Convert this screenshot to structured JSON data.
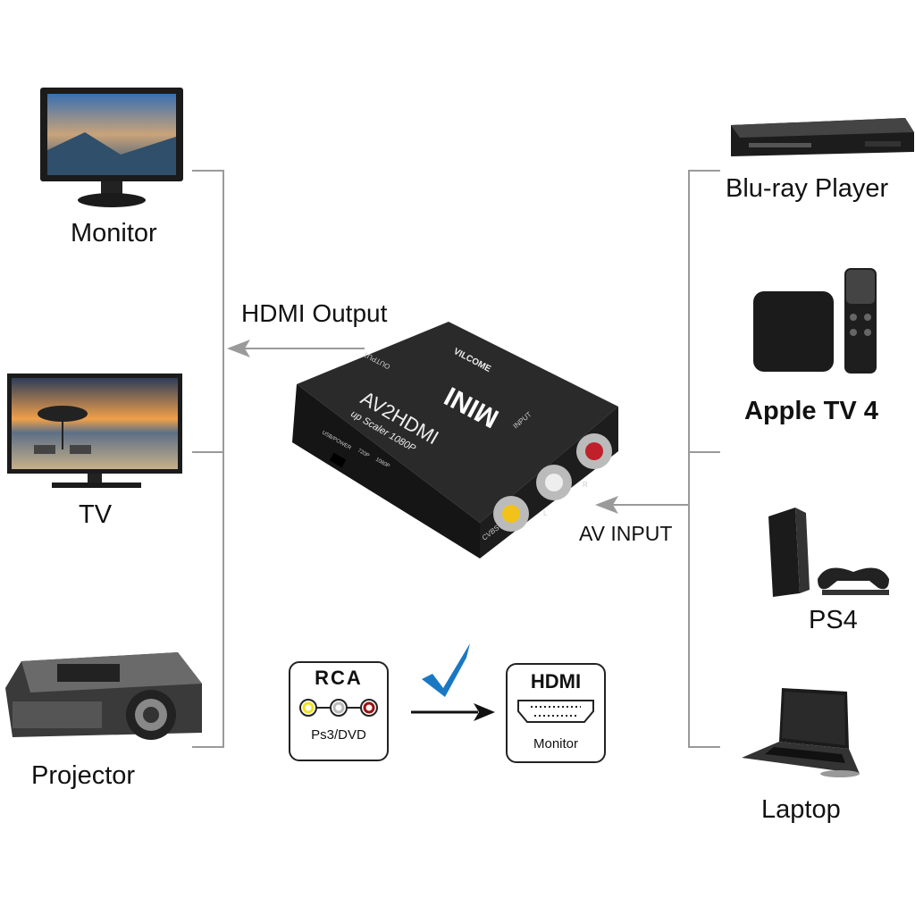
{
  "outputs": [
    {
      "label": "Monitor",
      "icon": "monitor-icon"
    },
    {
      "label": "TV",
      "icon": "tv-icon"
    },
    {
      "label": "Projector",
      "icon": "projector-icon"
    }
  ],
  "inputs": [
    {
      "label": "Blu-ray Player",
      "icon": "bluray-player-icon"
    },
    {
      "label": "Apple TV 4",
      "icon": "apple-tv-icon"
    },
    {
      "label": "PS4",
      "icon": "ps4-icon"
    },
    {
      "label": "Laptop",
      "icon": "laptop-icon"
    }
  ],
  "arrows": {
    "output_label": "HDMI Output",
    "input_label": "AV INPUT"
  },
  "device": {
    "brand": "VILCOME",
    "model": "MINI",
    "title": "AV2HDMI",
    "subtitle": "up Scaler 1080P",
    "output_port": "OUTPUT",
    "input_port": "INPUT",
    "usb": "USB/POWER",
    "switch_720": "720P",
    "switch_1080": "1080P",
    "cvbs": "CVBS",
    "left": "L",
    "right": "R"
  },
  "conversion": {
    "from_title": "RCA",
    "from_sub": "Ps3/DVD",
    "to_title": "HDMI",
    "to_sub": "Monitor"
  },
  "colors": {
    "check": "#1a78c2",
    "rca_yellow": "#f2d21a",
    "rca_red": "#c0202a",
    "line": "#9a9a9a"
  }
}
